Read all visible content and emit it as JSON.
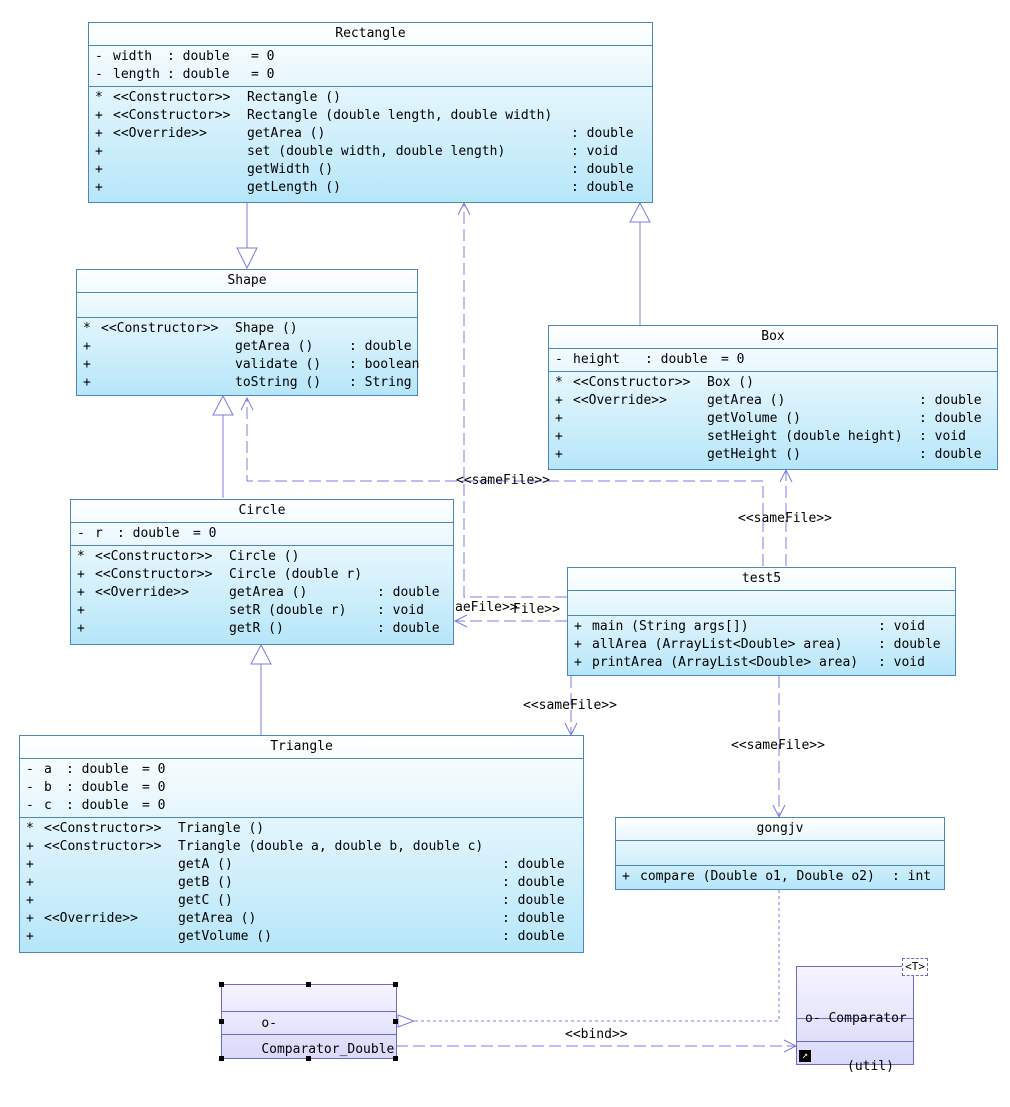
{
  "classes": {
    "rectangle": {
      "name": "Rectangle",
      "attributes": [
        {
          "vis": "-",
          "name": "width  ",
          "type": ": double",
          "def": "= 0"
        },
        {
          "vis": "-",
          "name": "length ",
          "type": ": double",
          "def": "= 0"
        }
      ],
      "operations": [
        {
          "vis": "*",
          "st": "<<Constructor>>",
          "name": "Rectangle ()",
          "type": ""
        },
        {
          "vis": "+",
          "st": "<<Constructor>>",
          "name": "Rectangle (double length, double width)",
          "type": ""
        },
        {
          "vis": "+",
          "st": "<<Override>>",
          "name": "getArea ()",
          "type": ": double"
        },
        {
          "vis": "+",
          "st": "",
          "name": "set (double width, double length)",
          "type": ": void"
        },
        {
          "vis": "+",
          "st": "",
          "name": "getWidth ()",
          "type": ": double"
        },
        {
          "vis": "+",
          "st": "",
          "name": "getLength ()",
          "type": ": double"
        }
      ]
    },
    "shape": {
      "name": "Shape",
      "operations": [
        {
          "vis": "*",
          "st": "<<Constructor>>",
          "name": "Shape ()",
          "type": ""
        },
        {
          "vis": "+",
          "st": "",
          "name": "getArea ()",
          "type": ": double"
        },
        {
          "vis": "+",
          "st": "",
          "name": "validate ()",
          "type": ": boolean"
        },
        {
          "vis": "+",
          "st": "",
          "name": "toString ()",
          "type": ": String"
        }
      ]
    },
    "box": {
      "name": "Box",
      "attributes": [
        {
          "vis": "-",
          "name": "height ",
          "type": ": double",
          "def": "= 0"
        }
      ],
      "operations": [
        {
          "vis": "*",
          "st": "<<Constructor>>",
          "name": "Box ()",
          "type": ""
        },
        {
          "vis": "+",
          "st": "<<Override>>",
          "name": "getArea ()",
          "type": ": double"
        },
        {
          "vis": "+",
          "st": "",
          "name": "getVolume ()",
          "type": ": double"
        },
        {
          "vis": "+",
          "st": "",
          "name": "setHeight (double height)",
          "type": ": void"
        },
        {
          "vis": "+",
          "st": "",
          "name": "getHeight ()",
          "type": ": double"
        }
      ]
    },
    "circle": {
      "name": "Circle",
      "attributes": [
        {
          "vis": "-",
          "name": "r ",
          "type": ": double",
          "def": "= 0"
        }
      ],
      "operations": [
        {
          "vis": "*",
          "st": "<<Constructor>>",
          "name": "Circle ()",
          "type": ""
        },
        {
          "vis": "+",
          "st": "<<Constructor>>",
          "name": "Circle (double r)",
          "type": ""
        },
        {
          "vis": "+",
          "st": "<<Override>>",
          "name": "getArea ()",
          "type": ": double"
        },
        {
          "vis": "+",
          "st": "",
          "name": "setR (double r)",
          "type": ": void"
        },
        {
          "vis": "+",
          "st": "",
          "name": "getR ()",
          "type": ": double"
        }
      ]
    },
    "test5": {
      "name": "test5",
      "operations": [
        {
          "vis": "+",
          "name": "main (String args[])",
          "type": ": void"
        },
        {
          "vis": "+",
          "name": "allArea (ArrayList<Double> area)",
          "type": ": double"
        },
        {
          "vis": "+",
          "name": "printArea (ArrayList<Double> area)",
          "type": ": void"
        }
      ]
    },
    "triangle": {
      "name": "Triangle",
      "attributes": [
        {
          "vis": "-",
          "name": "a ",
          "type": ": double",
          "def": "= 0"
        },
        {
          "vis": "-",
          "name": "b ",
          "type": ": double",
          "def": "= 0"
        },
        {
          "vis": "-",
          "name": "c ",
          "type": ": double",
          "def": "= 0"
        }
      ],
      "operations": [
        {
          "vis": "*",
          "st": "<<Constructor>>",
          "name": "Triangle ()",
          "type": ""
        },
        {
          "vis": "+",
          "st": "<<Constructor>>",
          "name": "Triangle (double a, double b, double c)",
          "type": ""
        },
        {
          "vis": "+",
          "st": "",
          "name": "getA ()",
          "type": ": double"
        },
        {
          "vis": "+",
          "st": "",
          "name": "getB ()",
          "type": ": double"
        },
        {
          "vis": "+",
          "st": "",
          "name": "getC ()",
          "type": ": double"
        },
        {
          "vis": "+",
          "st": "<<Override>>",
          "name": "getArea ()",
          "type": ": double"
        },
        {
          "vis": "+",
          "st": "",
          "name": "getVolume ()",
          "type": ": double"
        }
      ]
    },
    "gongjv": {
      "name": "gongjv",
      "operations": [
        {
          "vis": "+",
          "name": "compare (Double o1, Double o2)",
          "type": ": int"
        }
      ]
    }
  },
  "interfaces": {
    "comparator_double": {
      "icon": "interface-lollipop-icon",
      "name": "Comparator_Double"
    },
    "comparator": {
      "icon": "interface-lollipop-icon",
      "name": "Comparator",
      "sub": "(util)",
      "template_param": "T"
    }
  },
  "labels": {
    "samefile_a": "<<sameFile>>",
    "samefile_b": "<<sameFile>>",
    "samefile_c": "aeFile>>",
    "samefile_d": "File>>",
    "samefile_e": "<<sameFile>>",
    "samefile_f": "<<sameFile>>",
    "bind": "<<bind>>"
  },
  "colors": {
    "class_border": "#4f86b8",
    "class_fill_top": "#ffffff",
    "class_fill_bottom": "#b6e6f9",
    "interface_border": "#6a6ac8",
    "connector": "#7c7ce0"
  }
}
